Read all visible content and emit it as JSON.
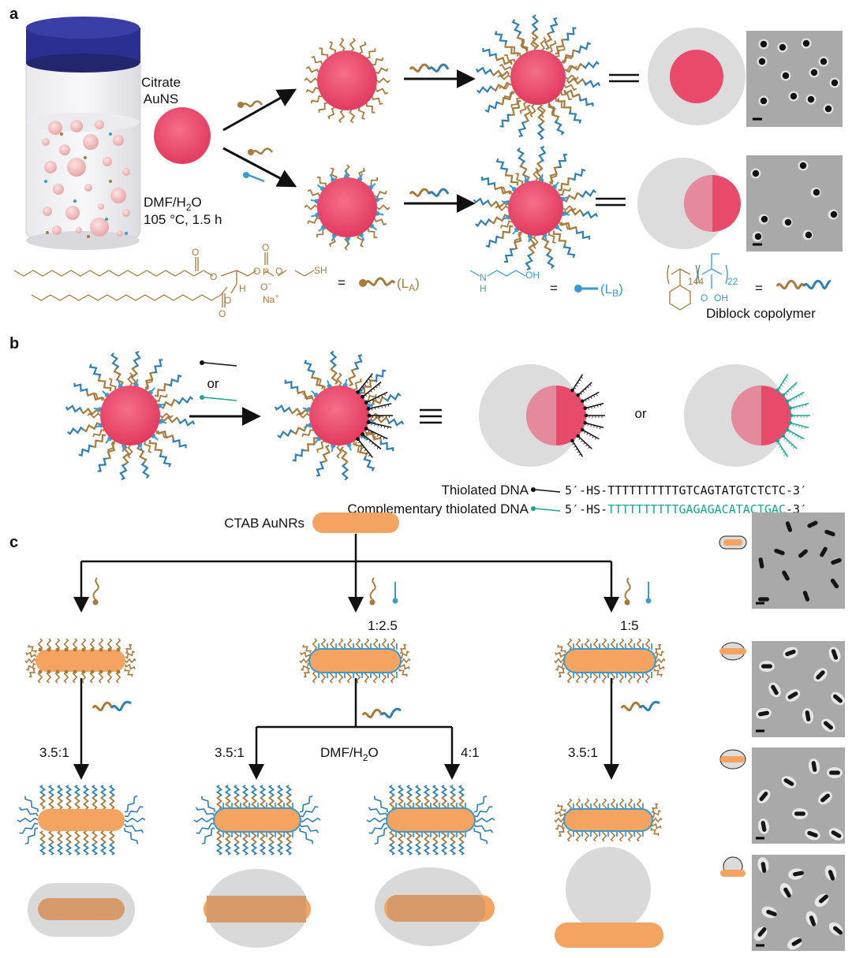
{
  "panels": {
    "a": "a",
    "b": "b",
    "c": "c"
  },
  "panel_a": {
    "citrate_label_line1": "Citrate",
    "citrate_label_line2": "AuNS",
    "conditions_line1_main": "DMF/H",
    "conditions_line1_sub": "2",
    "conditions_line1_end": "O",
    "conditions_line2": "105 °C, 1.5 h",
    "ligand_a_label": "L",
    "ligand_a_sub": "A",
    "ligand_b_label": "L",
    "ligand_b_sub": "B",
    "equals": "=",
    "chem_sh": "SH",
    "chem_o": "O",
    "chem_p": "P",
    "chem_ominus": "O",
    "chem_na": "Na",
    "chem_h": "H",
    "chem_oh": "OH",
    "chem_n": "N",
    "chem_nh": "H",
    "polymer_n1": "144",
    "polymer_n2": "22",
    "polymer_o": "O",
    "polymer_oh": "OH",
    "diblock_label": "Diblock copolymer"
  },
  "panel_b": {
    "or_arrow": "or",
    "or_middle": "or",
    "thiolated_dna_label": "Thiolated DNA",
    "thiolated_dna_seq_prefix": "5′-HS-",
    "thiolated_dna_seq": "TTTTTTTTTTGTCAGTATGTCTCTC",
    "thiolated_dna_seq_suffix": "-3′",
    "comp_dna_label": "Complementary thiolated DNA",
    "comp_dna_seq_prefix": "5′-HS-",
    "comp_dna_seq": "TTTTTTTTTTGAGAGACATACTGAC",
    "comp_dna_seq_suffix": "-3′"
  },
  "panel_c": {
    "ctab_label": "CTAB AuNRs",
    "ratio_mid": "1:2.5",
    "ratio_right": "1:5",
    "ratio_left_lower": "3.5:1",
    "ratio_mid_left": "3.5:1",
    "ratio_mid_right": "4:1",
    "ratio_right_lower": "3.5:1",
    "solvent_main": "DMF/H",
    "solvent_sub": "2",
    "solvent_end": "O"
  },
  "colors": {
    "gold_sphere": "#e84a6a",
    "rod": "#f4a460",
    "ligand_a": "#a87a3c",
    "ligand_b": "#3a9bd2",
    "polymer_blue": "#2f7fb5",
    "dna_teal": "#1aa593",
    "shell_gray": "#d9d9d9",
    "cap_blue": "#2b2f8f"
  }
}
